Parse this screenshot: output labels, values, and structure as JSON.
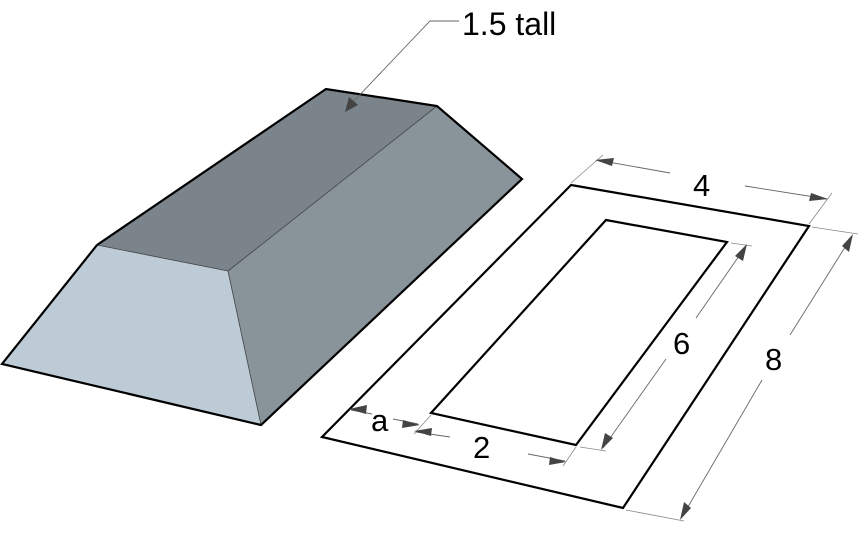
{
  "solid": {
    "label": "1.5 tall",
    "colors": {
      "top_face": "#7a848a",
      "side_face": "#89939a",
      "front_face": "#bccbd6",
      "edge": "#000000"
    }
  },
  "plan": {
    "outer_rect": {
      "width_label": "4",
      "length_label": "8"
    },
    "inner_rect": {
      "width_label": "2",
      "length_label": "6"
    },
    "offset_label": "a"
  }
}
